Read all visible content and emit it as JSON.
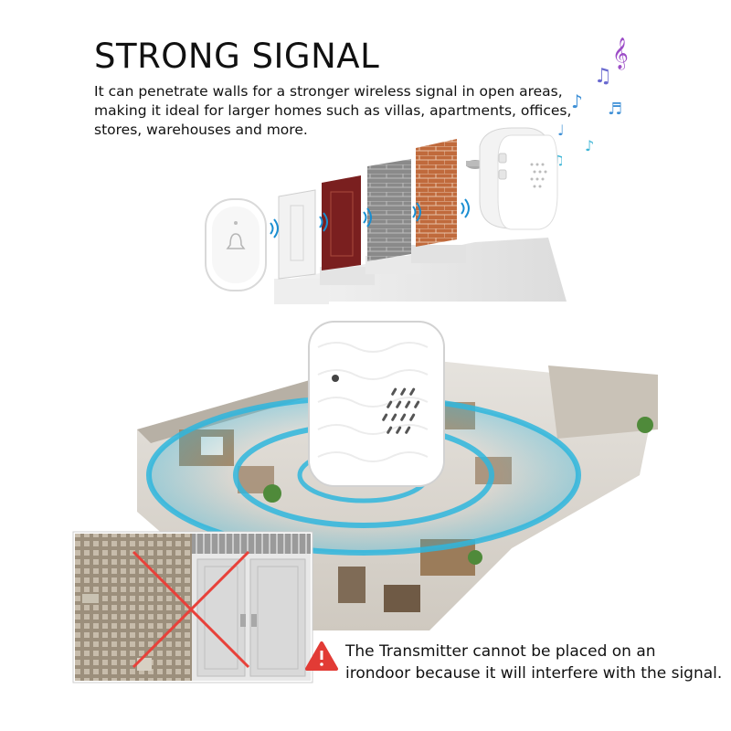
{
  "headline": "STRONG SIGNAL",
  "description_lines": [
    "It can penetrate  walls for a stronger wireless signal in open areas,",
    "making it ideal for larger homes such as villas, apartments, offices,",
    "stores, warehouses and more."
  ],
  "warning_lines": [
    "The Transmitter cannot be placed on an",
    "irondoor because it will interfere with the signal."
  ],
  "warning_icon": "warning-triangle-icon",
  "colors": {
    "signal_ring": "#2fb6dd",
    "warning_red": "#e23b35",
    "cross_red": "#e8413a",
    "brick": "#c06a3c"
  }
}
